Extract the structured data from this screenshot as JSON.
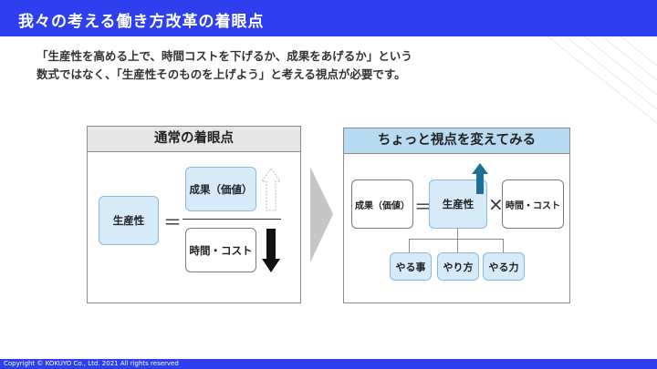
{
  "header": {
    "title": "我々の考える働き方改革の着眼点"
  },
  "intro": {
    "line1": "「生産性を高める上で、時間コストを下げるか、成果をあげるか」という",
    "line2": "数式ではなく、「生産性そのものを上げよう」と考える視点が必要です。"
  },
  "left_panel": {
    "title": "通常の着眼点",
    "productivity": "生産性",
    "equals": "＝",
    "numerator": "成果（価値）",
    "denominator": "時間・コスト"
  },
  "right_panel": {
    "title": "ちょっと視点を変えてみる",
    "result": "成果（価値）",
    "equals": "＝",
    "productivity": "生産性",
    "times": "×",
    "time_cost": "時間・コスト",
    "factors": [
      "やる事",
      "やり方",
      "やる力"
    ]
  },
  "colors": {
    "header_bg": "#2f3ff0",
    "accent_blue": "#1f6e94",
    "light_blue": "#d6ebfa",
    "panel_head_blue": "#b7dcf1"
  },
  "icons": {
    "up_arrow_outline": "up-arrow-outline-icon",
    "down_arrow": "down-arrow-icon",
    "up_arrow": "up-arrow-icon",
    "chevron_right": "chevron-right-icon"
  },
  "footer": {
    "copyright": "Copyright © KOKUYO Co., Ltd.  2021 All rights reserved"
  }
}
